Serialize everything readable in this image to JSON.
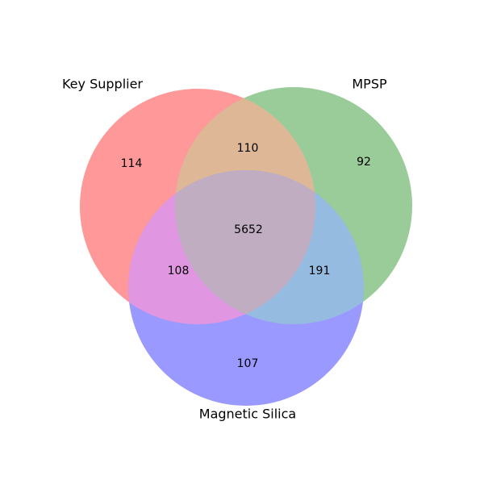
{
  "chart_data": {
    "type": "venn",
    "subtype": "venn3",
    "title": "",
    "set_labels": [
      "Key Supplier",
      "MPSP",
      "Magnetic Silica"
    ],
    "regions": [
      {
        "sets": [
          "Key Supplier"
        ],
        "value": "114"
      },
      {
        "sets": [
          "MPSP"
        ],
        "value": "92"
      },
      {
        "sets": [
          "Magnetic Silica"
        ],
        "value": "107"
      },
      {
        "sets": [
          "Key Supplier",
          "MPSP"
        ],
        "value": "110"
      },
      {
        "sets": [
          "Key Supplier",
          "Magnetic Silica"
        ],
        "value": "108"
      },
      {
        "sets": [
          "MPSP",
          "Magnetic Silica"
        ],
        "value": "191"
      },
      {
        "sets": [
          "Key Supplier",
          "MPSP",
          "Magnetic Silica"
        ],
        "value": "5652"
      }
    ],
    "colors": {
      "key_supplier": "#FF9999",
      "mpsp": "#99CC99",
      "magnetic_silica": "#9999FF",
      "key_supplier_mpsp": "#DEB896",
      "key_supplier_magnetic_silica": "#E096E0",
      "mpsp_magnetic_silica": "#96BBE0",
      "center": "#C0ADC1",
      "text": "#000000",
      "background": "#FFFFFF"
    },
    "legend": "none",
    "grid": false
  }
}
